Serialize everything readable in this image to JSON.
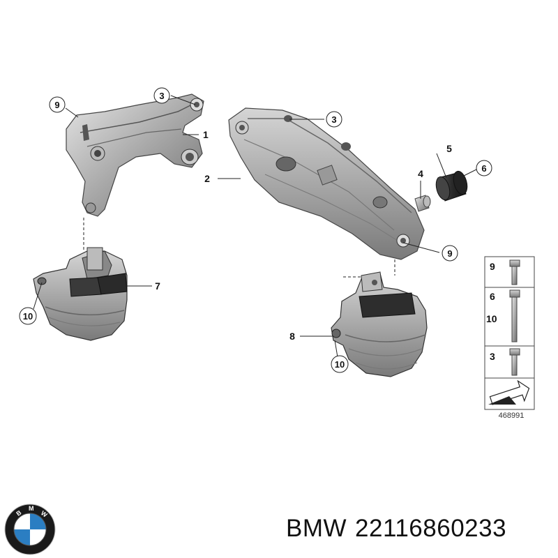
{
  "callouts": {
    "c1": "1",
    "c2": "2",
    "c3a": "3",
    "c3b": "3",
    "c4": "4",
    "c5": "5",
    "c6": "6",
    "c7": "7",
    "c8": "8",
    "c9a": "9",
    "c9b": "9",
    "c10a": "10",
    "c10b": "10"
  },
  "legend": {
    "rows": [
      {
        "labels": [
          "9"
        ]
      },
      {
        "labels": [
          "6",
          "10"
        ]
      },
      {
        "labels": [
          "3"
        ]
      }
    ],
    "reference": "468991"
  },
  "footer": {
    "brand": "BMW",
    "part_number": "22116860233",
    "logo_letters": "B M W",
    "colors": {
      "logo_blue": "#2b7ec2",
      "logo_ring": "#1a1a1a",
      "logo_white": "#ffffff"
    }
  }
}
